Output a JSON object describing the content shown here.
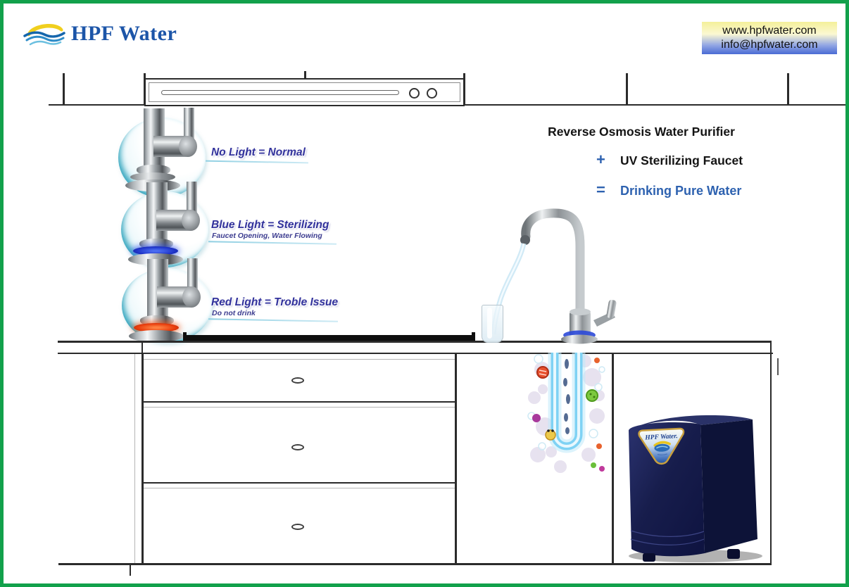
{
  "brand": {
    "name": "HPF Water",
    "logo_icon": "wave-swoosh-icon",
    "logo_color": "#1c55a8",
    "logo_yellow": "#f0cf1e",
    "logo_wave_blue": "#1566ac"
  },
  "contact": {
    "website": "www.hpfwater.com",
    "email": "info@hpfwater.com",
    "box_gradient_top": "#f4f09a",
    "box_gradient_bottom": "#4a6bd4"
  },
  "equation": {
    "line1": "Reverse Osmosis Water Purifier",
    "plus_symbol": "+",
    "line2": "UV Sterilizing Faucet",
    "equals_symbol": "=",
    "line3": "Drinking Pure Water",
    "accent_blue": "#2e62b0",
    "text_black": "#141414"
  },
  "faucet_states": [
    {
      "label": "No Light = Normal",
      "sublabel": "",
      "ring": "none"
    },
    {
      "label": "Blue Light = Sterilizing",
      "sublabel": "Faucet Opening, Water Flowing",
      "ring": "blue"
    },
    {
      "label": "Red Light = Troble Issue",
      "sublabel": "Do not drink",
      "ring": "red"
    }
  ],
  "label_color": "#32329c",
  "ro_unit": {
    "badge_text": "HPF Water.",
    "body_color": "#161c4c",
    "badge_gold": "#c89f3e"
  },
  "scene": {
    "border_color": "#12a14b",
    "uv_glow_color": "#7fd2f4"
  }
}
